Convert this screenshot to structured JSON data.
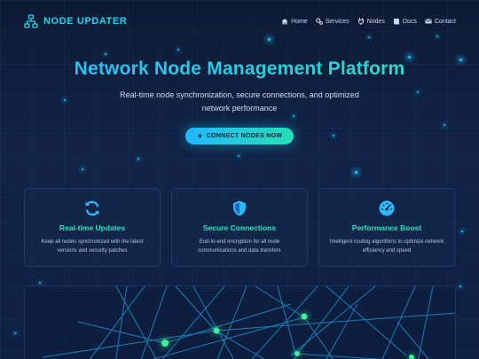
{
  "brand": {
    "name": "NODE UPDATER",
    "icon": "network-icon",
    "accent": "#22d3ee"
  },
  "nav": {
    "items": [
      {
        "label": "Home",
        "icon": "home-icon"
      },
      {
        "label": "Services",
        "icon": "cogs-icon"
      },
      {
        "label": "Nodes",
        "icon": "plug-icon"
      },
      {
        "label": "Docs",
        "icon": "book-icon"
      },
      {
        "label": "Contact",
        "icon": "envelope-icon"
      }
    ]
  },
  "hero": {
    "title": "Network Node Management Platform",
    "subtitle": "Real-time node synchronization, secure connections, and optimized network performance",
    "cta_label": "CONNECT NODES NOW",
    "cta_icon": "bolt-icon"
  },
  "features": [
    {
      "title": "Real-time Updates",
      "text": "Keep all nodes synchronized with the latest versions and security patches",
      "icon": "sync-icon"
    },
    {
      "title": "Secure Connections",
      "text": "End-to-end encryption for all node communications and data transfers",
      "icon": "shield-icon"
    },
    {
      "title": "Performance Boost",
      "text": "Intelligent routing algorithms to optimize network efficiency and speed",
      "icon": "gauge-icon"
    }
  ],
  "colors": {
    "background": "#0f2142",
    "accent_blue": "#2fb8ff",
    "accent_green": "#22e3c5",
    "node_green": "#3bf09a"
  }
}
